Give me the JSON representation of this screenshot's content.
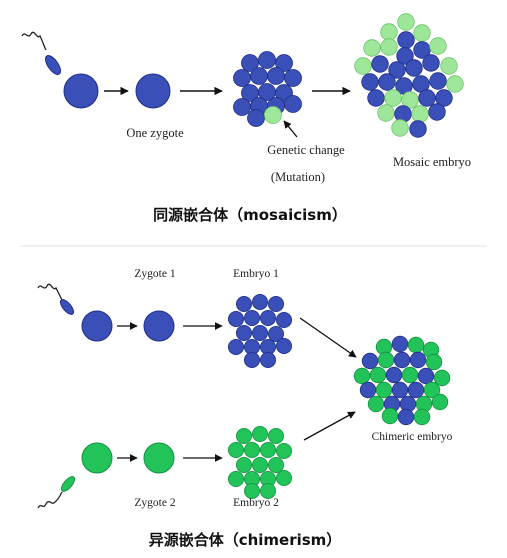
{
  "colors": {
    "blue": "#3a4fb8",
    "blue_dark": "#1f2f86",
    "green": "#22c45a",
    "green_dark": "#13913e",
    "light_green": "#9ee69a",
    "arrow": "#111111",
    "divider": "#d9d9d9"
  },
  "top": {
    "zygote_label": "One zygote",
    "mutation_label_line1": "Genetic change",
    "mutation_label_line2": "(Mutation)",
    "embryo_label": "Mosaic embryo",
    "caption": "同源嵌合体（mosaicism）"
  },
  "bottom": {
    "zygote1_label": "Zygote 1",
    "embryo1_label": "Embryo 1",
    "zygote2_label": "Zygote 2",
    "embryo2_label": "Embryo 2",
    "chimeric_label": "Chimeric embryo",
    "caption": "异源嵌合体（chimerism）"
  }
}
